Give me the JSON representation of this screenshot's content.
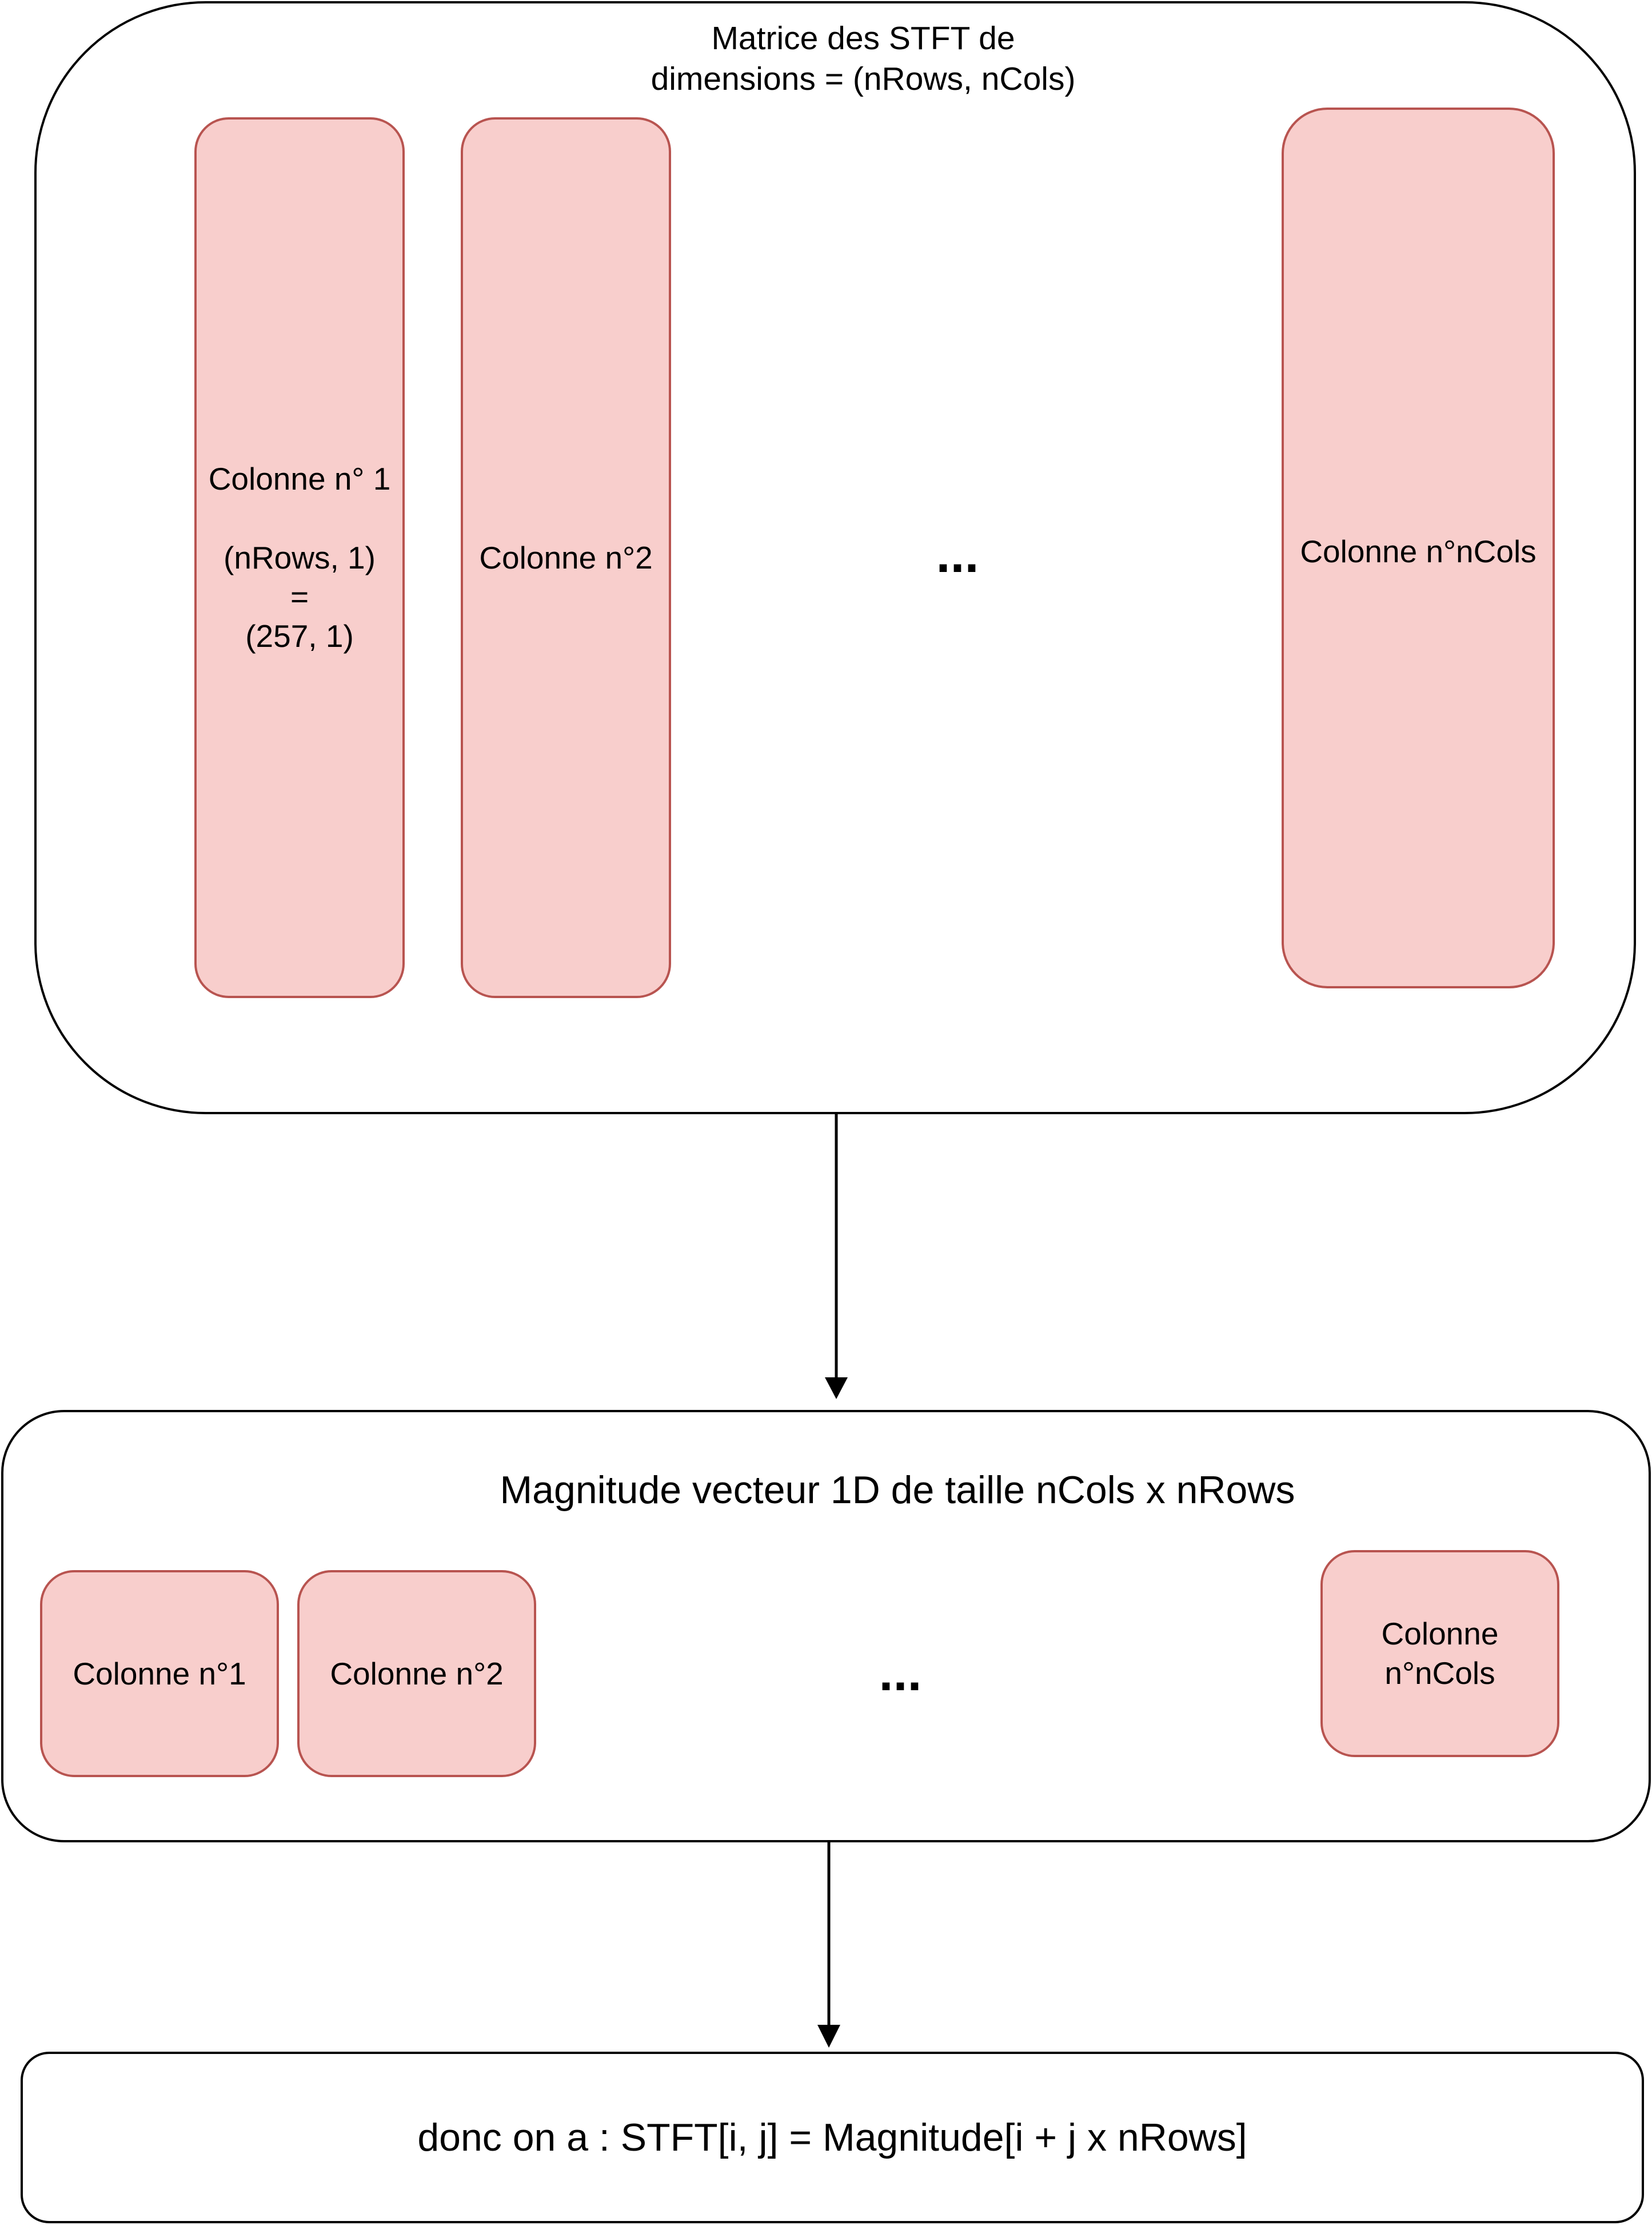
{
  "stft_matrix": {
    "title": "Matrice des STFT de\ndimensions = (nRows, nCols)",
    "columns": [
      {
        "label": "Colonne n° 1\n\n(nRows, 1)\n=\n(257, 1)"
      },
      {
        "label": "Colonne n°2"
      },
      {
        "label": "Colonne n°nCols"
      }
    ],
    "ellipsis": "..."
  },
  "magnitude_vector": {
    "title": "Magnitude vecteur 1D de taille nCols x nRows",
    "columns": [
      {
        "label": "Colonne n°1"
      },
      {
        "label": "Colonne n°2"
      },
      {
        "label": "Colonne\nn°nCols"
      }
    ],
    "ellipsis": "..."
  },
  "conclusion": {
    "text": "donc on a : STFT[i, j] = Magnitude[i + j x nRows]"
  },
  "colors": {
    "column_fill": "#f8cecc",
    "column_stroke": "#b85450",
    "line": "#000000"
  }
}
